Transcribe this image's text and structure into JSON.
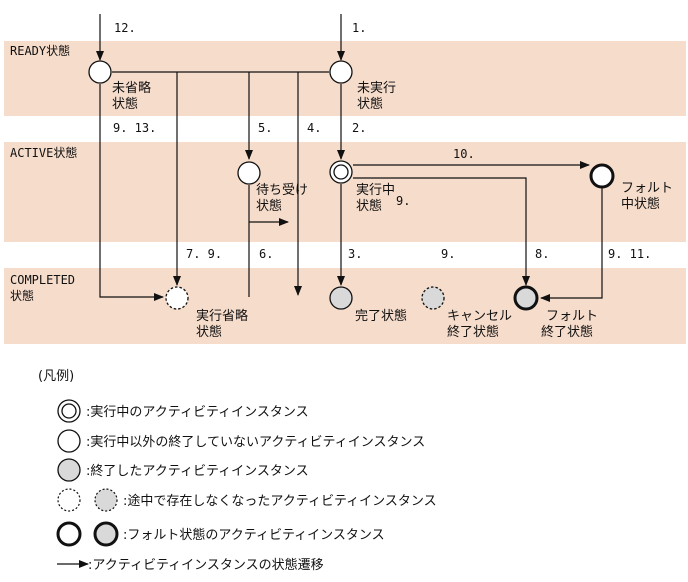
{
  "states": {
    "ready": "READY状態",
    "active": "ACTIVE状態",
    "completed_1": "COMPLETED",
    "completed_2": "状態"
  },
  "nodes": {
    "mishoryaku_1": "未省略",
    "mishoryaku_2": "状態",
    "mijikko_1": "未実行",
    "mijikko_2": "状態",
    "machiuke_1": "待ち受け",
    "machiuke_2": "状態",
    "jikkochu_1": "実行中",
    "jikkochu_2": "状態",
    "fault_1": "フォルト",
    "fault_2": "中状態",
    "jikkoshoryaku_1": "実行省略",
    "jikkoshoryaku_2": "状態",
    "kanryo": "完了状態",
    "cancel_1": "キャンセル",
    "cancel_2": "終了状態",
    "faultend_1": "フォルト",
    "faultend_2": "終了状態"
  },
  "transitions": {
    "t12": "12.",
    "t1": "1.",
    "t9_13": "9. 13.",
    "t5": "5.",
    "t4": "4.",
    "t2": "2.",
    "t10": "10.",
    "t9_a": "9.",
    "t7_9": "7. 9.",
    "t6": "6.",
    "t3": "3.",
    "t9_b": "9.",
    "t8": "8.",
    "t9_11": "9. 11."
  },
  "legend": {
    "title": "(凡例)",
    "running": ":実行中のアクティビティインスタンス",
    "not_finished": ":実行中以外の終了していないアクティビティインスタンス",
    "finished": ":終了したアクティビティインスタンス",
    "vanished": ":途中で存在しなくなったアクティビティインスタンス",
    "fault": ":フォルト状態のアクティビティインスタンス",
    "transition": ":アクティビティインスタンスの状態遷移"
  },
  "colors": {
    "band": "#f6dccb",
    "finished_fill": "#d9d9d9",
    "line": "#111111"
  }
}
